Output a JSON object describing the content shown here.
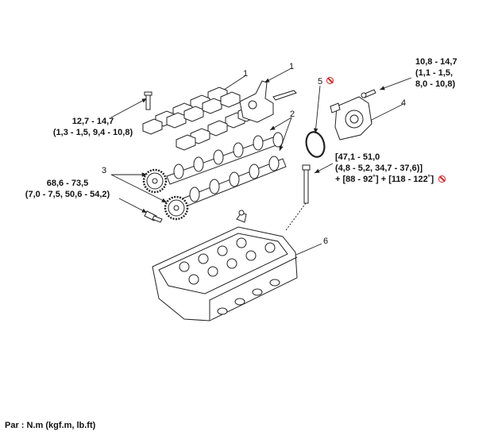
{
  "callouts": {
    "c1a": "1",
    "c1b": "1",
    "c2": "2",
    "c3": "3",
    "c4": "4",
    "c5": "5",
    "c6": "6"
  },
  "torques": {
    "cap_bolt": {
      "line1": "12,7 - 14,7",
      "line2": "(1,3 - 1,5, 9,4 - 10,8)"
    },
    "sprocket_bolt": {
      "line1": "68,6 - 73,5",
      "line2": "(7,0 - 7,5, 50,6 - 54,2)"
    },
    "pump_bolt": {
      "line1": "10,8 - 14,7",
      "line2": "(1,1 - 1,5,",
      "line3": "8,0 - 10,8)"
    },
    "head_bolt": {
      "line1": "[47,1 - 51,0",
      "line2": "(4,8 - 5,2, 34,7 - 37,6)]",
      "line3": "+ [88 - 92˚] + [118 - 122˚]"
    }
  },
  "footer": "Par : N.m (kgf.m, lb.ft)",
  "icons": {
    "do_not_reuse": "no-reuse-icon"
  },
  "colors": {
    "warning": "#d81e1e",
    "line": "#222222"
  }
}
